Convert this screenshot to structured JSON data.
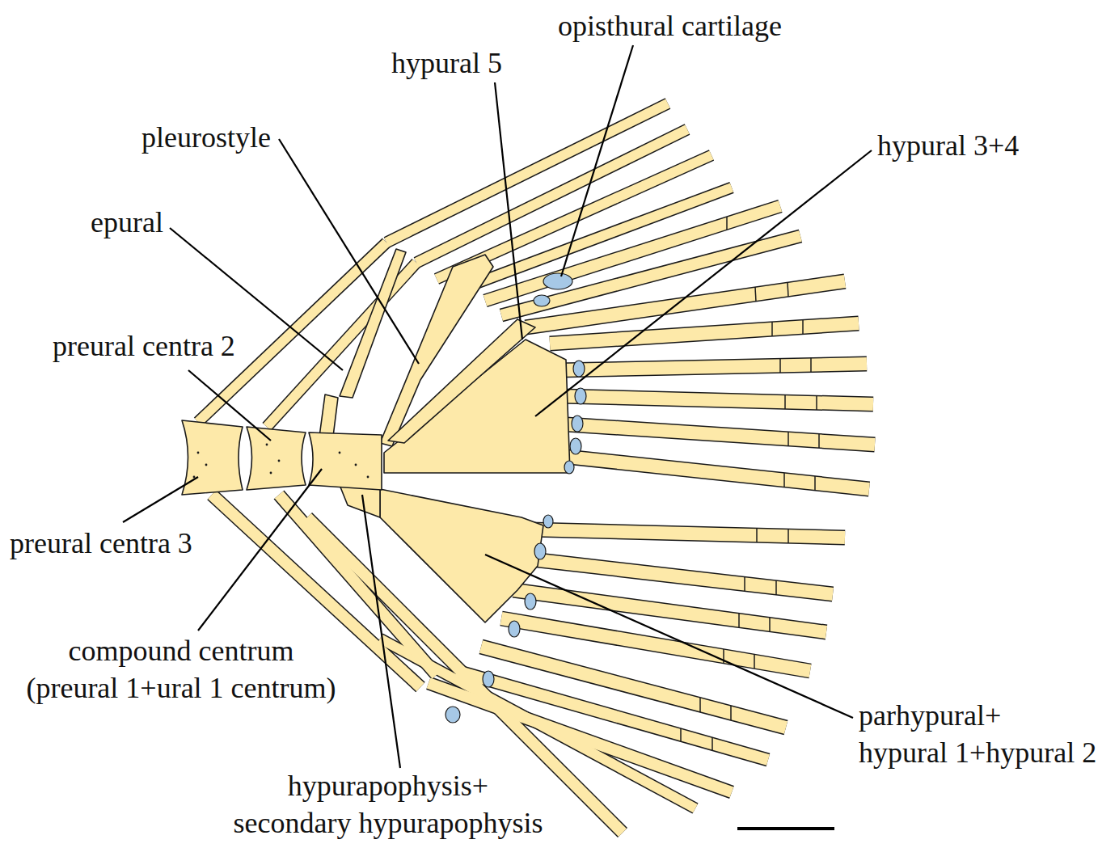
{
  "diagram": {
    "labels": [
      "opisthural cartilage",
      "hypural 5",
      "pleurostyle",
      "hypural 3+4",
      "epural",
      "preural centra 2",
      "preural centra 3",
      "compound centrum (preural 1+ural 1 centrum)",
      "hypurapophysis+ secondary hypurapophysis",
      "parhypural+ hypural 1+hypural 2"
    ]
  }
}
